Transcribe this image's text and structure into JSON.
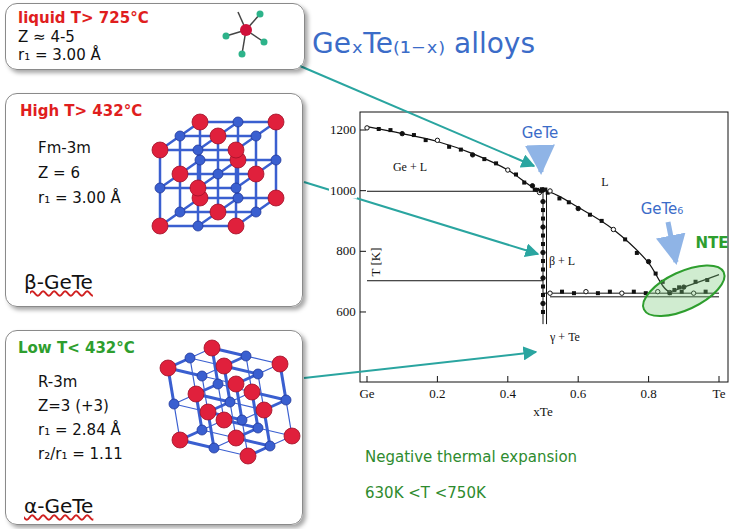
{
  "diagram": {
    "nodes": [
      {
        "text": [
          "liquid T> 725°C",
          "Z ≈ 4-5",
          "r₁ = 3.00 Å"
        ]
      },
      {
        "text": [
          "High T> 432°C",
          "Fm-3m",
          "Z = 6",
          "r₁ = 3.00 Å",
          "β-GeTe"
        ]
      },
      {
        "text": [
          "Low T< 432°C",
          "R-3m",
          "Z=3 (+3)",
          "r₁ = 2.84 Å",
          "r₂/r₁ = 1.11",
          "α-GeTe"
        ]
      }
    ],
    "labels": [
      "GeₓTe₍₁₋ₓ₎ alloys",
      "1200",
      "1000",
      "800",
      "600",
      "Ge",
      "0.2",
      "0.4",
      "0.6",
      "0.8",
      "Te",
      "T [K]",
      "xTe",
      "Ge + L",
      "L",
      "β + L",
      "γ + Te",
      "GeTe",
      "GeTe₆",
      "NTE",
      "Negative thermal expansion",
      "630K <T <750K"
    ]
  }
}
